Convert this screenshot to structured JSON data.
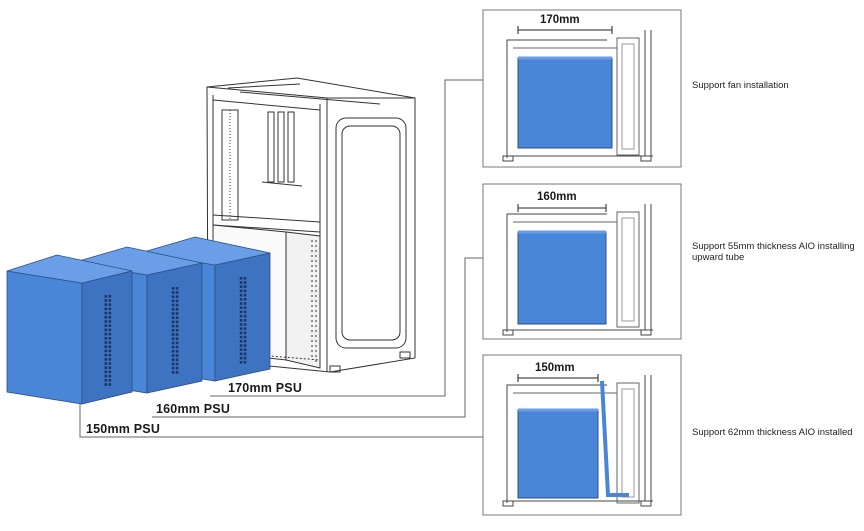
{
  "colors": {
    "psu_blue": "#4a86d8",
    "psu_edge": "#2a4f86",
    "line": "#555555"
  },
  "psus": [
    {
      "label": "150mm PSU"
    },
    {
      "label": "160mm PSU"
    },
    {
      "label": "170mm PSU"
    }
  ],
  "panels": [
    {
      "dimension": "170mm",
      "description_lines": [
        "Support fan installation"
      ]
    },
    {
      "dimension": "160mm",
      "description_lines": [
        "Support 55mm thickness AIO installing",
        "upward tube"
      ]
    },
    {
      "dimension": "150mm",
      "description_lines": [
        "Support 62mm thickness AIO installed"
      ]
    }
  ]
}
